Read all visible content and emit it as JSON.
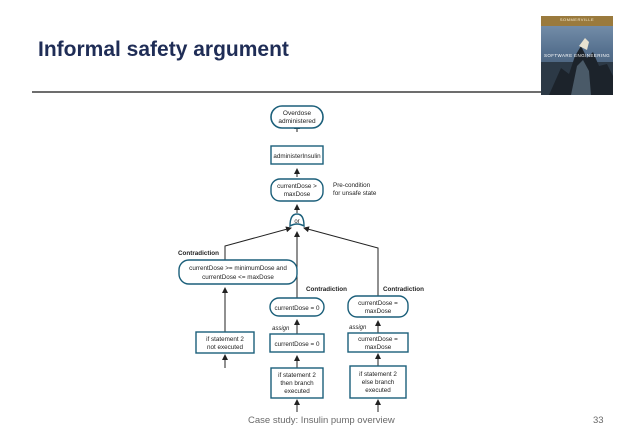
{
  "slide": {
    "title": "Informal safety argument",
    "footer_text": "Case study: Insulin pump overview",
    "page_number": "33"
  },
  "book_cover": {
    "edition": "SOMMERVILLE",
    "title": "SOFTWARE ENGINEERING"
  },
  "diagram": {
    "overdose": [
      "Overdose",
      "administered"
    ],
    "administer": "administerInsulin",
    "precondition_box": [
      "currentDose >",
      "maxDose"
    ],
    "precondition_note": [
      "Pre-condition",
      "for unsafe state"
    ],
    "or_gate": "or",
    "contradiction_left": "Contradiction",
    "contradiction_mid": "Contradiction",
    "contradiction_right": "Contradiction",
    "range_box": [
      "currentDose >= minimumDose and",
      "currentDose <= maxDose"
    ],
    "zero_box": "currentDose = 0",
    "max_box": [
      "currentDose =",
      "maxDose"
    ],
    "assign_mid": "assign",
    "assign_right": "assign",
    "assign_zero_box": "currentDose = 0",
    "assign_max_box": [
      "currentDose =",
      "maxDose"
    ],
    "if_left": [
      "if statement 2",
      "not executed"
    ],
    "if_mid": [
      "if statement 2",
      "then branch",
      "executed"
    ],
    "if_right": [
      "if statement 2",
      "else branch",
      "executed"
    ]
  }
}
